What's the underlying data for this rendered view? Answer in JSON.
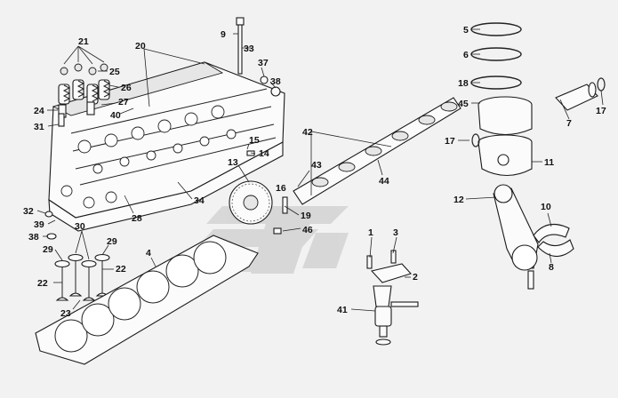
{
  "diagram": {
    "labels": [
      "1",
      "2",
      "3",
      "4",
      "5",
      "6",
      "8",
      "9",
      "10",
      "11",
      "12",
      "13",
      "14",
      "15",
      "16",
      "17",
      "18",
      "19",
      "20",
      "21",
      "22",
      "22",
      "23",
      "24",
      "25",
      "26",
      "27",
      "28",
      "29",
      "29",
      "30",
      "31",
      "32",
      "33",
      "34",
      "37",
      "38",
      "38",
      "39",
      "40",
      "41",
      "42",
      "43",
      "44",
      "45",
      "46",
      "7",
      "17"
    ],
    "callouts": {
      "c1": "1",
      "c2": "2",
      "c3": "3",
      "c4": "4",
      "c5": "5",
      "c6": "6",
      "c7": "7",
      "c8": "8",
      "c9": "9",
      "c10": "10",
      "c11": "11",
      "c12": "12",
      "c13": "13",
      "c14": "14",
      "c15": "15",
      "c16": "16",
      "c17a": "17",
      "c17b": "17",
      "c18": "18",
      "c19": "19",
      "c20": "20",
      "c21": "21",
      "c22a": "22",
      "c22b": "22",
      "c23": "23",
      "c24": "24",
      "c25": "25",
      "c26": "26",
      "c27": "27",
      "c28": "28",
      "c29a": "29",
      "c29b": "29",
      "c30": "30",
      "c31": "31",
      "c32": "32",
      "c33": "33",
      "c34": "34",
      "c37": "37",
      "c38a": "38",
      "c38b": "38",
      "c39": "39",
      "c40": "40",
      "c41": "41",
      "c42": "42",
      "c43": "43",
      "c44": "44",
      "c45": "45",
      "c46": "46"
    },
    "colors": {
      "line": "#222222",
      "watermark": "#c9c9c9",
      "background": "#f2f2f2"
    }
  }
}
